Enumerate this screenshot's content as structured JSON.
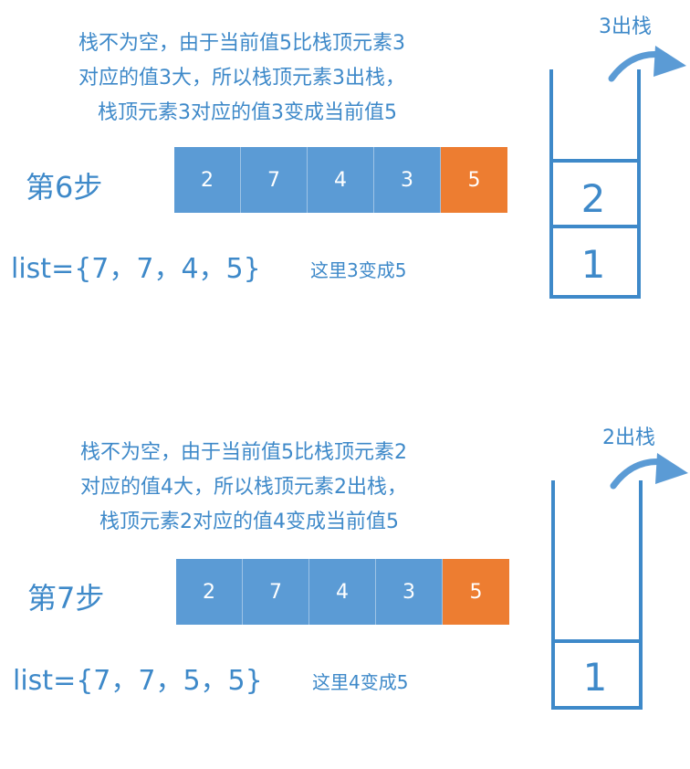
{
  "steps": [
    {
      "title": "第6步",
      "description": [
        "栈不为空，由于当前值5比栈顶元素3",
        "对应的值3大，所以栈顶元素3出栈，",
        "栈顶元素3对应的值3变成当前值5"
      ],
      "array": [
        {
          "value": "2",
          "highlight": false
        },
        {
          "value": "7",
          "highlight": false
        },
        {
          "value": "4",
          "highlight": false
        },
        {
          "value": "3",
          "highlight": false
        },
        {
          "value": "5",
          "highlight": true
        }
      ],
      "list_text": "list={7，7，4，5}",
      "note": "这里3变成5",
      "pop_label": "3出栈",
      "stack": [
        "1",
        "2"
      ]
    },
    {
      "title": "第7步",
      "description": [
        "栈不为空，由于当前值5比栈顶元素2",
        "对应的值4大，所以栈顶元素2出栈，",
        "栈顶元素2对应的值4变成当前值5"
      ],
      "array": [
        {
          "value": "2",
          "highlight": false
        },
        {
          "value": "7",
          "highlight": false
        },
        {
          "value": "4",
          "highlight": false
        },
        {
          "value": "3",
          "highlight": false
        },
        {
          "value": "5",
          "highlight": true
        }
      ],
      "list_text": "list={7，7，5，5}",
      "note": "这里4变成5",
      "pop_label": "2出栈",
      "stack": [
        "1"
      ]
    }
  ],
  "colors": {
    "text": "#3e89c9",
    "cell": "#5b9bd5",
    "highlight": "#ed7d31",
    "stack_line": "#3e89c9",
    "arrow": "#5b9bd5"
  }
}
